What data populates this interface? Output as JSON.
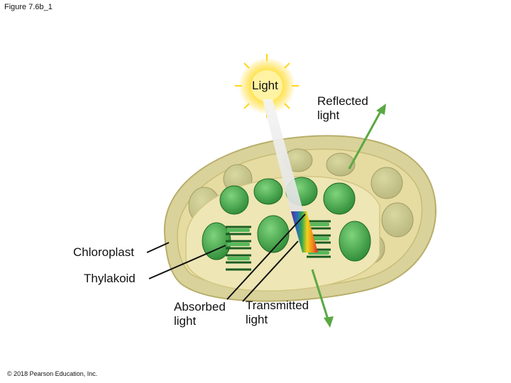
{
  "figure_label": "Figure 7.6b_1",
  "labels": {
    "light": "Light",
    "reflected_light": "Reflected\nlight",
    "chloroplast": "Chloroplast",
    "thylakoid": "Thylakoid",
    "absorbed_light": "Absorbed\nlight",
    "transmitted_light": "Transmitted\nlight"
  },
  "copyright": "© 2018 Pearson Education, Inc.",
  "colors": {
    "envelope": "#d9d29a",
    "stroma": "#e8dfa6",
    "thylakoid_green": "#3aa53f",
    "arrow_green": "#5aa843",
    "sun": "#ffd61a"
  }
}
